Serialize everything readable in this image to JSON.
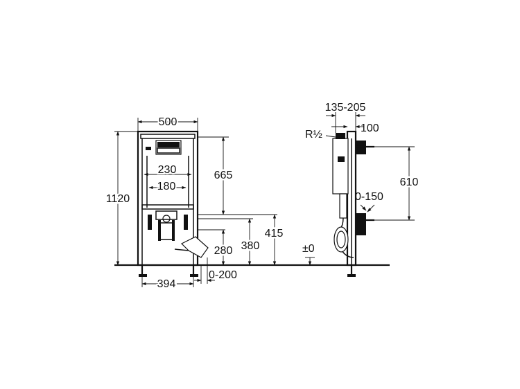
{
  "front_view": {
    "width_total": "500",
    "height_total": "1120",
    "flush_plate_to_floor": "665",
    "inner_spacing_outer": "230",
    "inner_spacing_inner": "180",
    "bolt_height": "415",
    "drain_height": "380",
    "outlet_height": "280",
    "foot_spacing": "394",
    "foot_adjust": "0-200"
  },
  "side_view": {
    "depth_range": "135-205",
    "offset": "100",
    "thread": "R½",
    "vertical_span": "610",
    "adjust_range": "0-150",
    "floor_level": "±0"
  }
}
